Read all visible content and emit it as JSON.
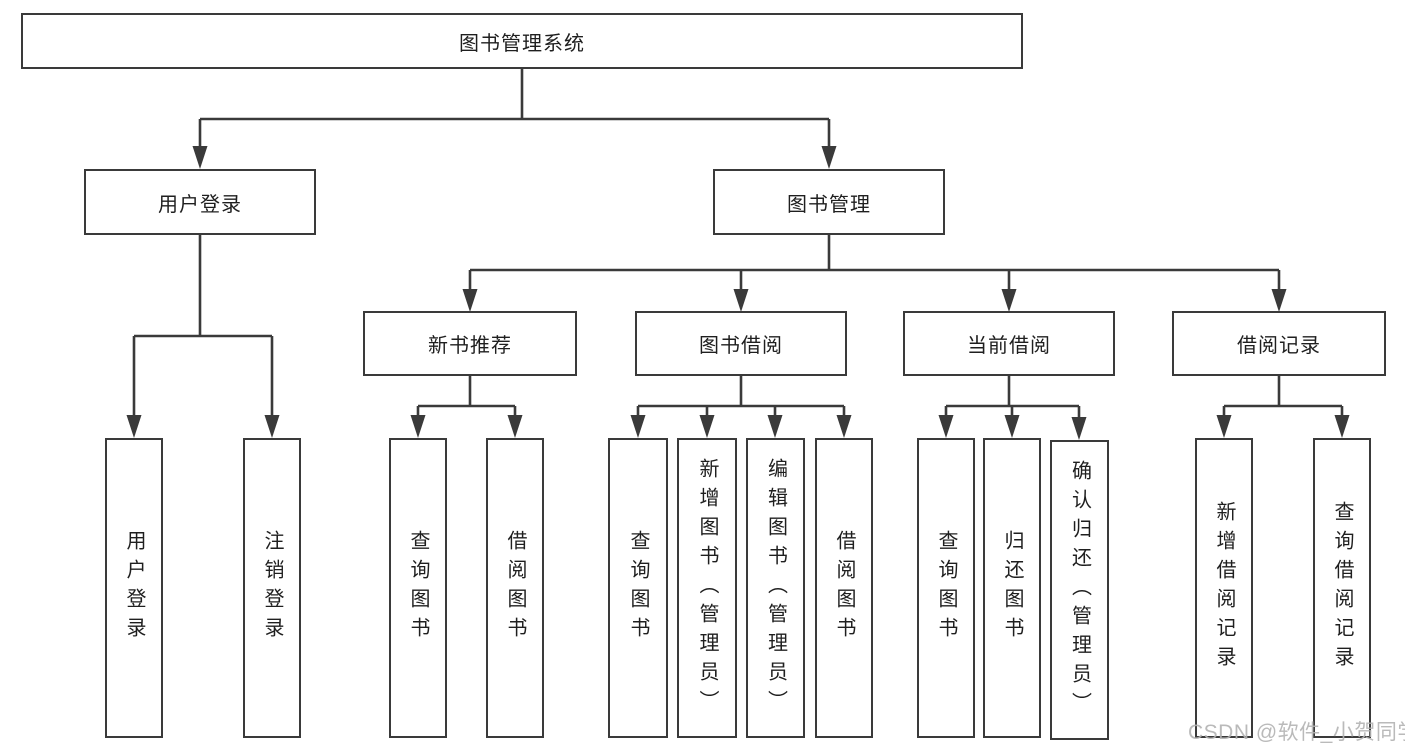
{
  "colors": {
    "background": "#ffffff",
    "line": "#3a3a3a",
    "text": "#1f1f1f",
    "watermark": "#b2b2b2"
  },
  "watermark": {
    "text": "CSDN @软件_小贺同学"
  },
  "tree": {
    "label": "图书管理系统",
    "children": [
      {
        "label": "用户登录",
        "children": [
          {
            "label": "用户登录"
          },
          {
            "label": "注销登录"
          }
        ]
      },
      {
        "label": "图书管理",
        "children": [
          {
            "label": "新书推荐",
            "children": [
              {
                "label": "查询图书"
              },
              {
                "label": "借阅图书"
              }
            ]
          },
          {
            "label": "图书借阅",
            "children": [
              {
                "label": "查询图书"
              },
              {
                "label": "新增图书（管理员）"
              },
              {
                "label": "编辑图书（管理员）"
              },
              {
                "label": "借阅图书"
              }
            ]
          },
          {
            "label": "当前借阅",
            "children": [
              {
                "label": "查询图书"
              },
              {
                "label": "归还图书"
              },
              {
                "label": "确认归还（管理员）"
              }
            ]
          },
          {
            "label": "借阅记录",
            "children": [
              {
                "label": "新增借阅记录"
              },
              {
                "label": "查询借阅记录"
              }
            ]
          }
        ]
      }
    ]
  }
}
